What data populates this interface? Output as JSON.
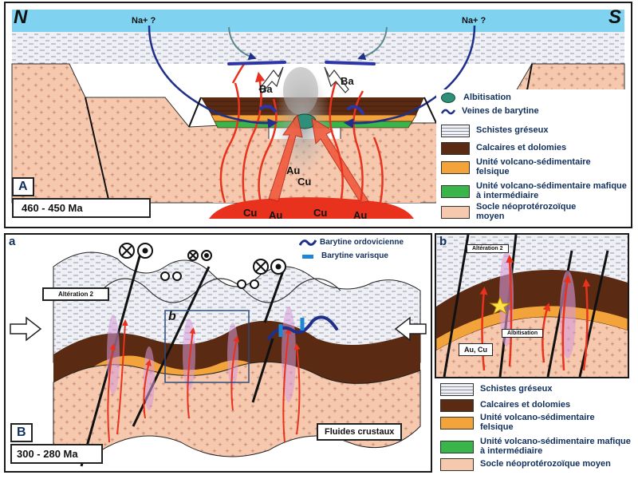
{
  "panelA": {
    "north": "N",
    "south": "S",
    "na_left": "Na+ ?",
    "na_right": "Na+ ?",
    "ba_left": "Ba",
    "ba_right": "Ba",
    "au": "Au",
    "cu": "Cu",
    "bottom_labels": [
      "Cu",
      "Au",
      "Cu",
      "Au"
    ],
    "panel_letter": "A",
    "age": "460 - 450 Ma",
    "legend": [
      {
        "key": "albitisation",
        "label": "Albitisation"
      },
      {
        "key": "barytine",
        "label": "Veines de barytine"
      },
      {
        "key": "schistes",
        "label": "Schistes gréseux"
      },
      {
        "key": "calcaires",
        "label": "Calcaires et dolomies"
      },
      {
        "key": "felsique",
        "label": "Unité volcano-sédimentaire felsique"
      },
      {
        "key": "mafique",
        "label": "Unité volcano-sédimentaire mafique à intermédiaire"
      },
      {
        "key": "socle",
        "label": "Socle néoprotérozoïque moyen"
      }
    ]
  },
  "panelB": {
    "sub_a": "a",
    "sub_b_box": "b",
    "panel_letter": "B",
    "age": "300 - 280 Ma",
    "alteration": "Altération 2",
    "fluides": "Fluides crustaux",
    "legend_top": [
      {
        "key": "ordovicienne",
        "label": "Barytine ordovicienne"
      },
      {
        "key": "varisque",
        "label": "Barytine varisque"
      }
    ],
    "legend_bottom": [
      {
        "key": "schistes",
        "label": "Schistes gréseux"
      },
      {
        "key": "calcaires",
        "label": "Calcaires et dolomies"
      },
      {
        "key": "felsique",
        "label": "Unité volcano-sédimentaire felsique"
      },
      {
        "key": "mafique",
        "label": "Unité volcano-sédimentaire mafique à intermédiaire"
      },
      {
        "key": "socle",
        "label": "Socle néoprotérozoïque moyen"
      }
    ]
  },
  "panelC": {
    "sub_b": "b",
    "alteration": "Altération 2",
    "albitisation": "Albitisation",
    "au_cu": "Au, Cu"
  },
  "colors": {
    "sea": "#7fd3f0",
    "schist": "#eef0f5",
    "limestone": "#5a2a12",
    "felsic": "#f2a33a",
    "mafic": "#39b54a",
    "basement": "#f6c9ae",
    "fluid": "#e8321e",
    "barite": "#1f2f8a",
    "text": "#12305c"
  }
}
